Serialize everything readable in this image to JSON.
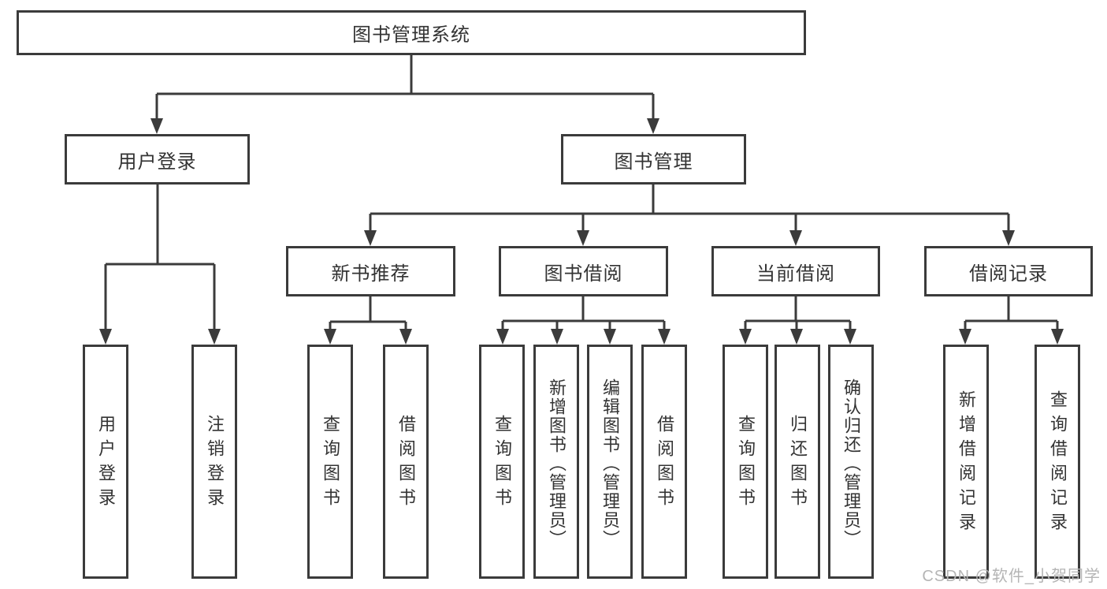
{
  "nodes": {
    "root": "图书管理系统",
    "userLogin": "用户登录",
    "bookMgmt": "图书管理",
    "newBookRec": "新书推荐",
    "bookBorrow": "图书借阅",
    "currentBorrow": "当前借阅",
    "borrowRecord": "借阅记录"
  },
  "leaves": {
    "userLogin": [
      "用户登录",
      "注销登录"
    ],
    "newBookRec": [
      "查询图书",
      "借阅图书"
    ],
    "bookBorrow": [
      "查询图书",
      "新增图书（管理员）",
      "编辑图书（管理员）",
      "借阅图书"
    ],
    "currentBorrow": [
      "查询图书",
      "归还图书",
      "确认归还（管理员）"
    ],
    "borrowRecord": [
      "新增借阅记录",
      "查询借阅记录"
    ]
  },
  "watermark": "CSDN @软件_小贺同学",
  "colors": {
    "line": "#3b3b3b",
    "text": "#333333",
    "watermark": "#b5b5b5",
    "background": "#ffffff"
  }
}
